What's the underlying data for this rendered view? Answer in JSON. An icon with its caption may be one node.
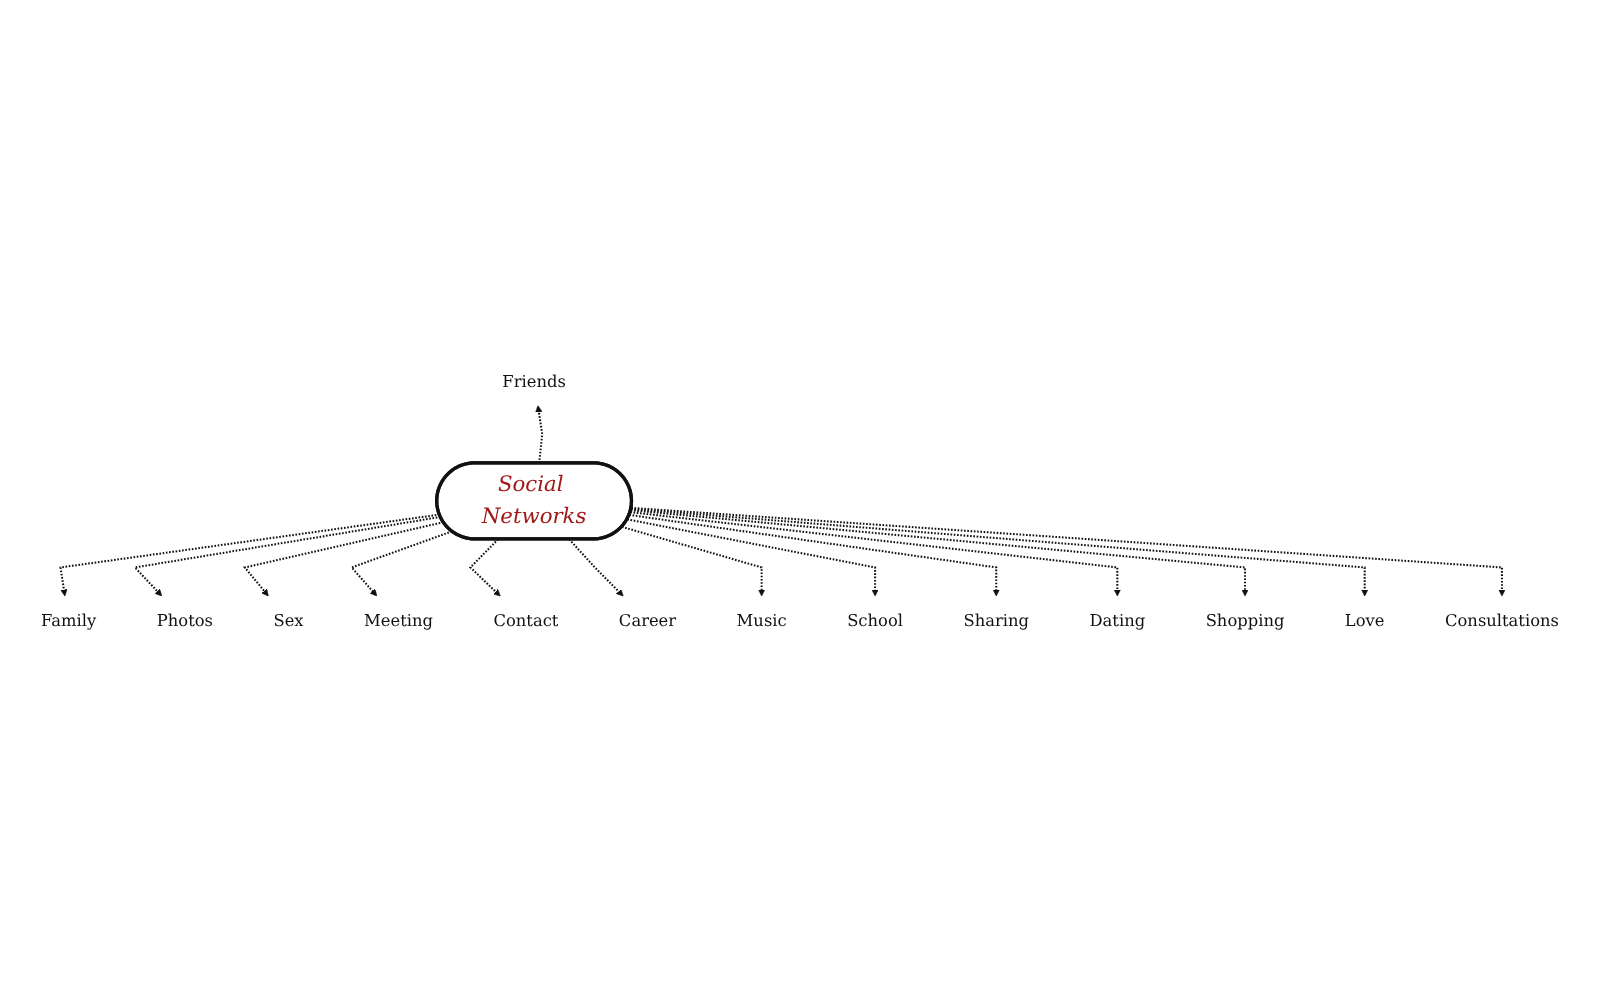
{
  "diagram": {
    "nodes": [
      {
        "text": [
          "Social Networks"
        ]
      },
      {
        "text": [
          "Friends"
        ]
      },
      {
        "text": [
          "Family"
        ]
      },
      {
        "text": [
          "Photos"
        ]
      },
      {
        "text": [
          "Sex"
        ]
      },
      {
        "text": [
          "Meeting"
        ]
      },
      {
        "text": [
          "Contact"
        ]
      },
      {
        "text": [
          "Career"
        ]
      },
      {
        "text": [
          "Music"
        ]
      },
      {
        "text": [
          "School"
        ]
      },
      {
        "text": [
          "Sharing"
        ]
      },
      {
        "text": [
          "Dating"
        ]
      },
      {
        "text": [
          "Shopping"
        ]
      },
      {
        "text": [
          "Love"
        ]
      },
      {
        "text": [
          "Consultations"
        ]
      }
    ],
    "edges": [
      {
        "from": 0,
        "to": 1,
        "arrow": "to",
        "style": "dashed"
      },
      {
        "from": 0,
        "to": 2,
        "arrow": "to",
        "style": "dashed"
      },
      {
        "from": 0,
        "to": 3,
        "arrow": "to",
        "style": "dashed"
      },
      {
        "from": 0,
        "to": 4,
        "arrow": "to",
        "style": "dashed"
      },
      {
        "from": 0,
        "to": 5,
        "arrow": "to",
        "style": "dashed"
      },
      {
        "from": 0,
        "to": 6,
        "arrow": "to",
        "style": "dashed"
      },
      {
        "from": 0,
        "to": 7,
        "arrow": "to",
        "style": "dashed"
      },
      {
        "from": 0,
        "to": 8,
        "arrow": "to",
        "style": "dashed"
      },
      {
        "from": 0,
        "to": 9,
        "arrow": "to",
        "style": "dashed"
      },
      {
        "from": 0,
        "to": 10,
        "arrow": "to",
        "style": "dashed"
      },
      {
        "from": 0,
        "to": 11,
        "arrow": "to",
        "style": "dashed"
      },
      {
        "from": 0,
        "to": 12,
        "arrow": "to",
        "style": "dashed"
      },
      {
        "from": 0,
        "to": 13,
        "arrow": "to",
        "style": "dashed"
      },
      {
        "from": 0,
        "to": 14,
        "arrow": "to",
        "style": "dashed"
      }
    ]
  }
}
